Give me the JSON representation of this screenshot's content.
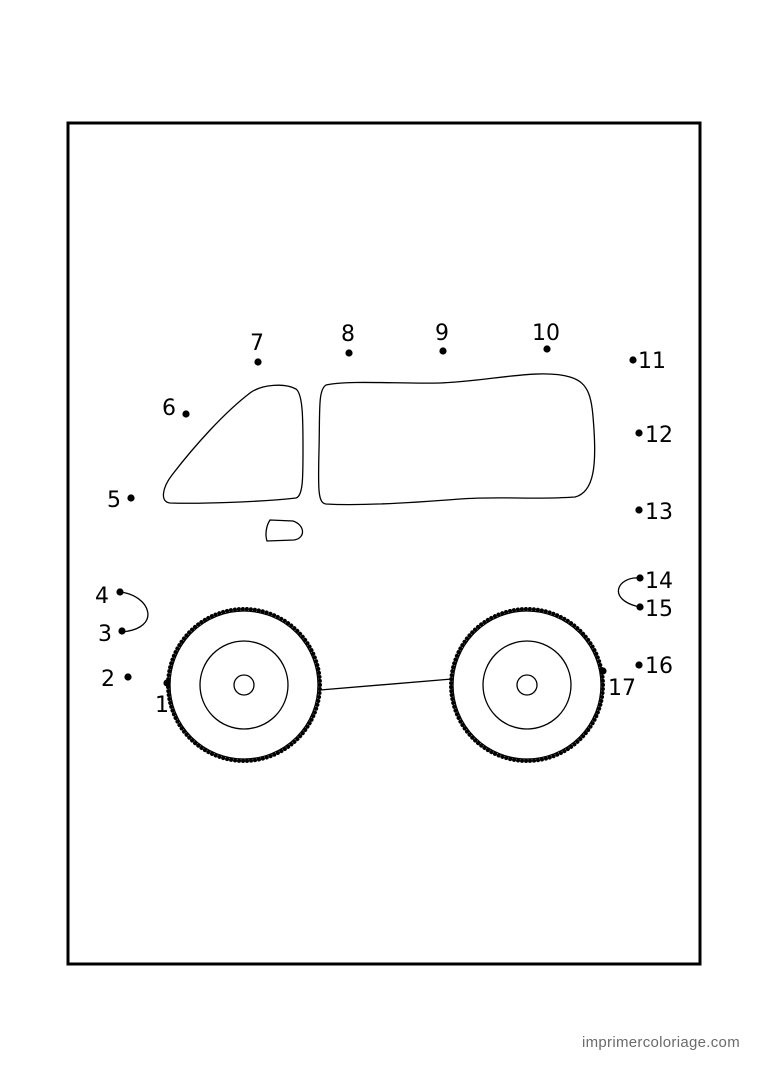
{
  "puzzle": {
    "points": [
      {
        "n": "1"
      },
      {
        "n": "2"
      },
      {
        "n": "3"
      },
      {
        "n": "4"
      },
      {
        "n": "5"
      },
      {
        "n": "6"
      },
      {
        "n": "7"
      },
      {
        "n": "8"
      },
      {
        "n": "9"
      },
      {
        "n": "10"
      },
      {
        "n": "11"
      },
      {
        "n": "12"
      },
      {
        "n": "13"
      },
      {
        "n": "14"
      },
      {
        "n": "15"
      },
      {
        "n": "16"
      },
      {
        "n": "17"
      }
    ]
  },
  "footer": {
    "site": "imprimercoloriage.com"
  },
  "colors": {
    "ink": "#000000",
    "paper": "#ffffff",
    "credit": "#6b6b6b"
  }
}
